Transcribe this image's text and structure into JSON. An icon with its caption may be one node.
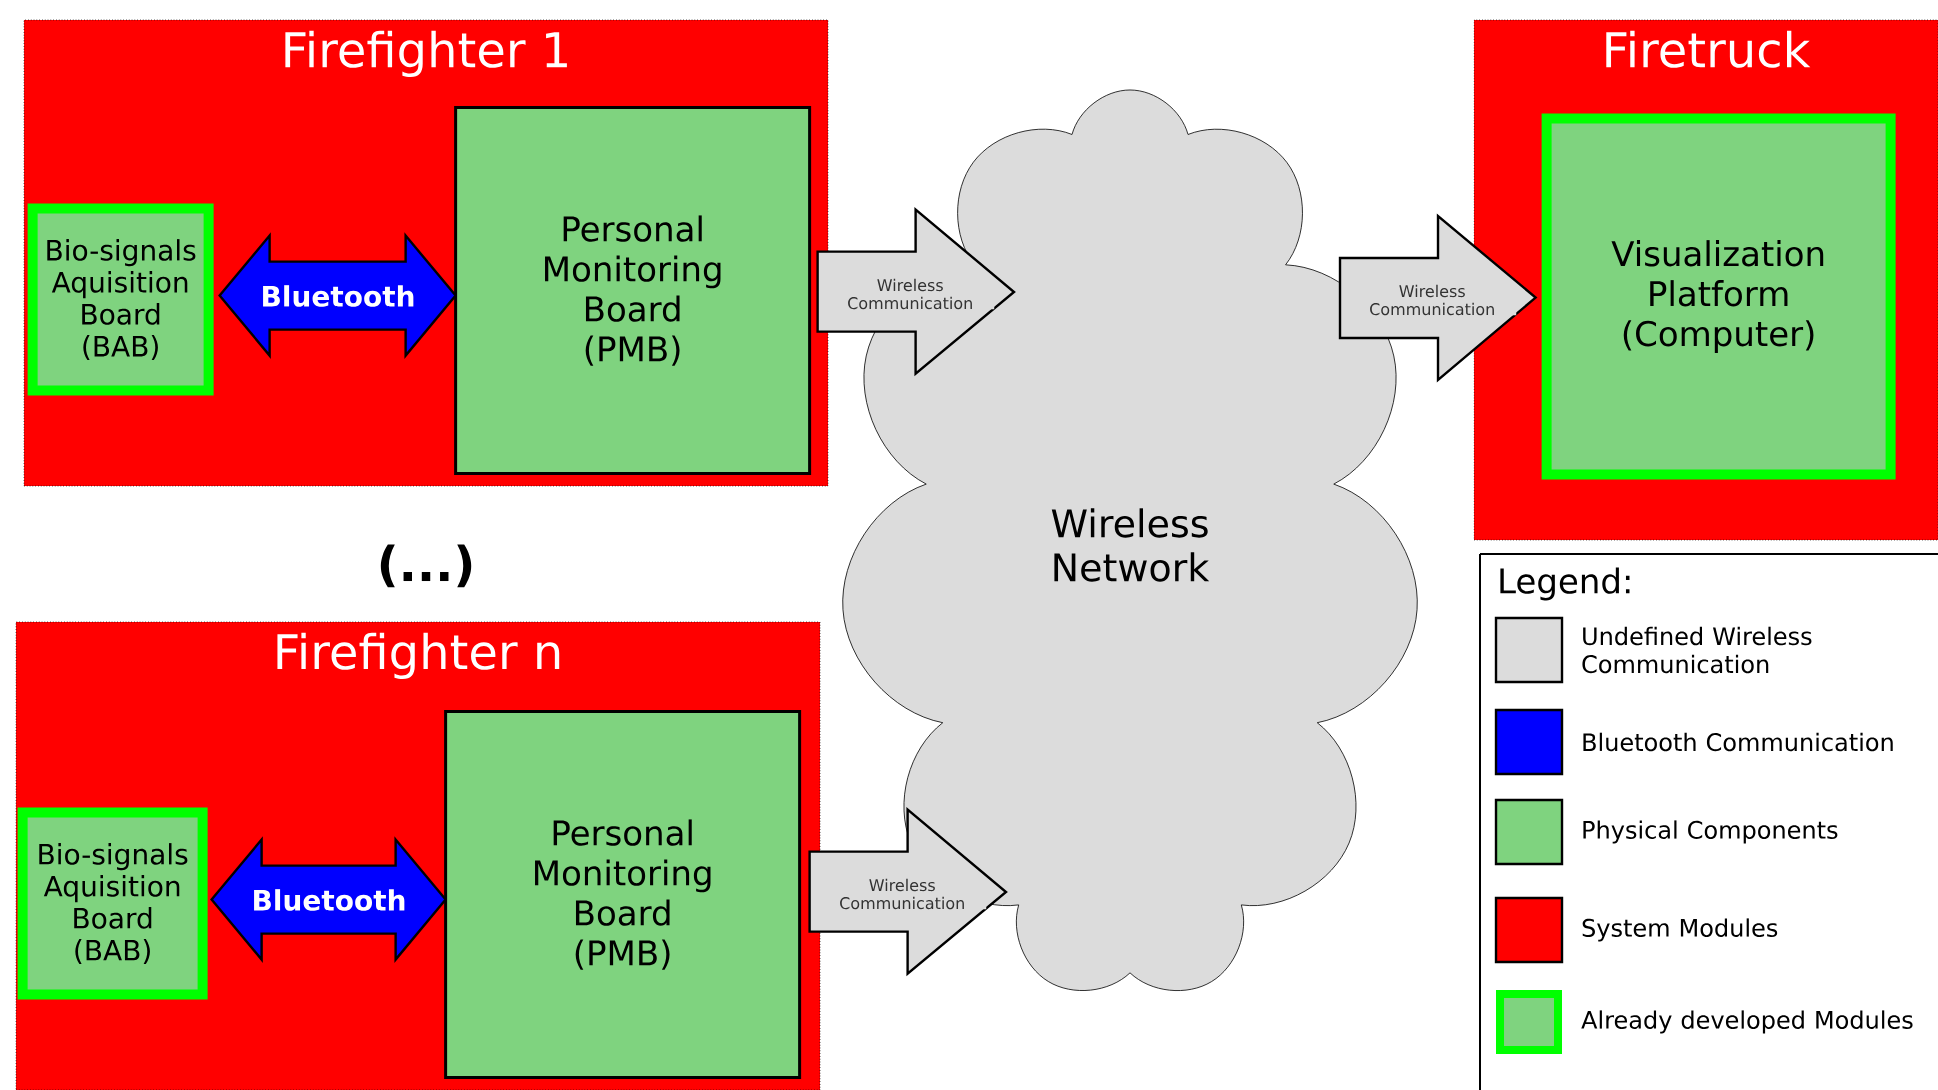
{
  "diagram": {
    "nodes": [
      {
        "text": [
          "Firefighter 1"
        ]
      },
      {
        "text": [
          "Bio-signals Aquisition Board (BAB)"
        ],
        "in": 0
      },
      {
        "text": [
          "Personal Monitoring Board (PMB)"
        ],
        "in": 0
      },
      {
        "text": [
          "Firefighter n"
        ]
      },
      {
        "text": [
          "Bio-signals Aquisition Board (BAB)"
        ],
        "in": 3
      },
      {
        "text": [
          "Personal Monitoring Board (PMB)"
        ],
        "in": 3
      },
      {
        "text": [
          "Wireless Network"
        ]
      },
      {
        "text": [
          "Firetruck"
        ]
      },
      {
        "text": [
          "Visualization Platform (Computer)"
        ],
        "in": 7
      }
    ],
    "edges": [
      {
        "from": 1,
        "to": 2,
        "arrow": "both",
        "label": "Bluetooth",
        "color": "#0000ff"
      },
      {
        "from": 2,
        "to": 6,
        "arrow": "to",
        "label": "Wireless Communication"
      },
      {
        "from": 4,
        "to": 5,
        "arrow": "both",
        "label": "Bluetooth",
        "color": "#0000ff"
      },
      {
        "from": 5,
        "to": 6,
        "arrow": "to",
        "label": "Wireless Communication"
      },
      {
        "from": 6,
        "to": 8,
        "arrow": "to",
        "label": "Wireless Communication"
      }
    ],
    "labels": [
      "(...)",
      "Legend:"
    ],
    "legend": [
      {
        "text": "Undefined Wireless Communication",
        "color": "#dcdcdc"
      },
      {
        "text": "Bluetooth Communication",
        "color": "#0000ff"
      },
      {
        "text": "Physical Components",
        "color": "#7fd37f"
      },
      {
        "text": "System Modules",
        "color": "#ff0000"
      },
      {
        "text": "Already developed Modules"
      }
    ]
  }
}
